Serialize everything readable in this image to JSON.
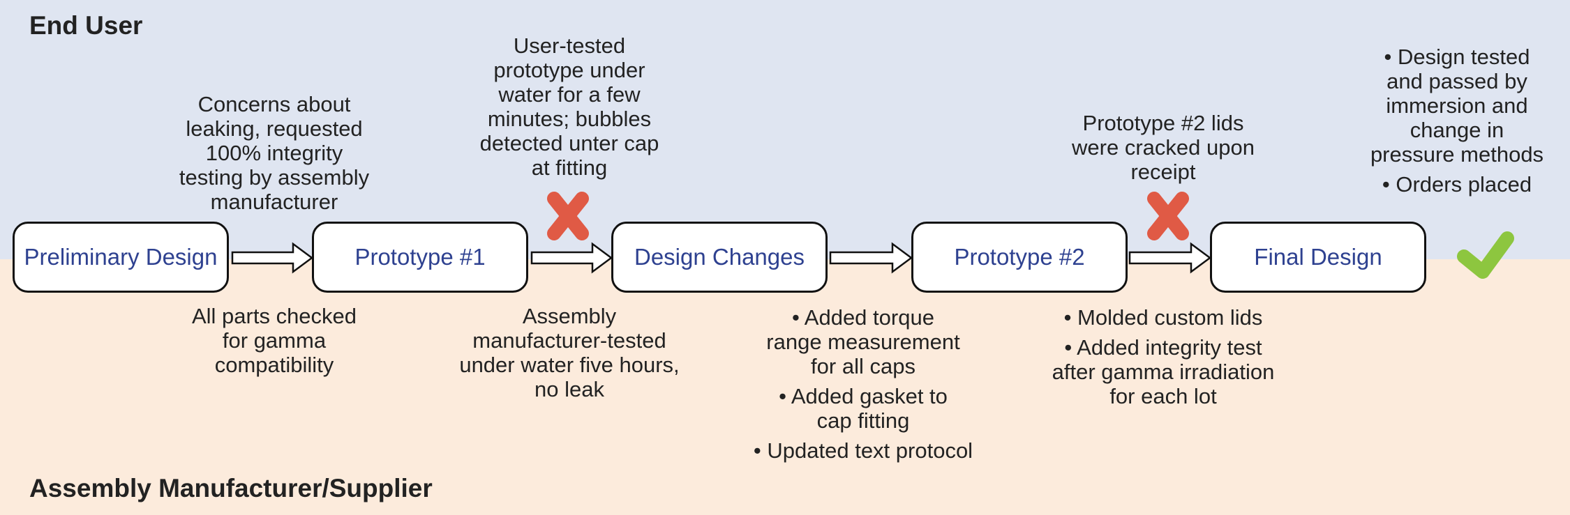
{
  "lanes": {
    "top_label": "End User",
    "bottom_label": "Assembly Manufacturer/Supplier"
  },
  "stages": [
    {
      "label": "Preliminary Design"
    },
    {
      "label": "Prototype #1"
    },
    {
      "label": "Design Changes"
    },
    {
      "label": "Prototype #2"
    },
    {
      "label": "Final Design"
    }
  ],
  "end_user_notes": {
    "concerns": [
      "Concerns about",
      "leaking, requested",
      "100% integrity",
      "testing by assembly",
      "manufacturer"
    ],
    "user_tested": [
      "User-tested",
      "prototype under",
      "water for a few",
      "minutes; bubbles",
      "detected unter cap",
      "at fitting"
    ],
    "lids_cracked": [
      "Prototype #2 lids",
      "were cracked upon",
      "receipt"
    ],
    "final_passed": [
      "• Design tested",
      "and passed by",
      "immersion and",
      "change in",
      "pressure methods"
    ],
    "orders": "• Orders placed"
  },
  "supplier_notes": {
    "gamma_check": [
      "All parts checked",
      "for gamma",
      "compatibility"
    ],
    "assembly_tested": [
      "Assembly",
      "manufacturer-tested",
      "under water five hours,",
      "no leak"
    ],
    "torque": [
      "• Added torque",
      "range measurement",
      "for all caps"
    ],
    "gasket": [
      "• Added gasket to",
      "cap fitting"
    ],
    "protocol": "• Updated text protocol",
    "molded_lids": "• Molded custom lids",
    "integrity": [
      "• Added integrity test",
      "after gamma irradiation",
      "for each lot"
    ]
  },
  "colors": {
    "top_band": "#dfe5f1",
    "bottom_band": "#fcebdc",
    "stage_text": "#2e4190",
    "fail_mark": "#e05a45",
    "pass_mark": "#8dc63f"
  },
  "icons": {
    "fail": "x-mark-icon",
    "pass": "check-mark-icon"
  }
}
